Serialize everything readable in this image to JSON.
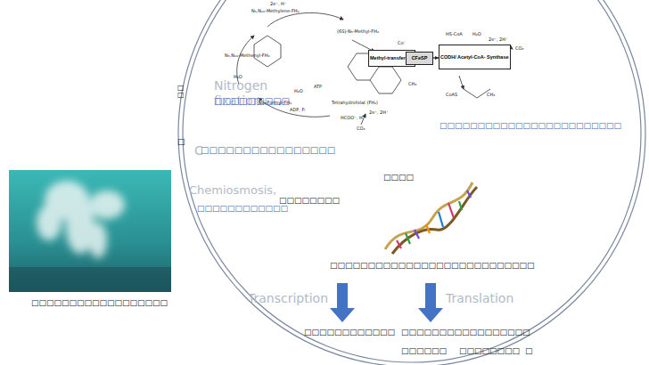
{
  "diagram": {
    "nodes": [
      {
        "text": [
          "Methyl-transferase"
        ]
      },
      {
        "text": [
          "CFeSP"
        ]
      },
      {
        "text": [
          "CODH/ Acetyl-CoA- Synthase"
        ]
      }
    ],
    "edges": [
      {
        "from": 0,
        "to": 1,
        "arrow": "to"
      },
      {
        "from": 1,
        "to": 2,
        "arrow": "to"
      }
    ],
    "labels": [
      "□",
      "□",
      "Nitrogen",
      "fixation",
      "□□□□□□□□□",
      "□",
      "C",
      "□□□□□□□□□□□□□□□□",
      "Chemiosmosis,",
      "□□□□□□□□□□□□",
      "□□□□□□□□",
      "□□□□",
      "□□□□□□□□□□□□□□□□□□□□□□□□",
      "□□□□□□□□□□□□□□□□□□□□□□□□□□□",
      "Transcription",
      "Translation",
      "□□□□□□□□□□□□",
      "□□□□□□□□□□□□□□□□□",
      "□□□□□□",
      "□□□□□□□□",
      "□",
      "□□□□□□□□□□□□□□□□□□",
      "2e⁻, H⁺",
      "N₅,N₁₀-Methylene-FH₄",
      "(6S)-N₅-Methyl-FH₄",
      "N₅,N₁₀-Methenyl-FH₄",
      "H₂O",
      "N₁₀-Formyl-FH₄",
      "H₂O",
      "ADP, Pᵢ",
      "ATP",
      "Tetrahydrofolat (FH₄)",
      "HCOO⁻, H⁺",
      "2e⁻, 2H⁺",
      "CO₂",
      "Co⁺",
      "CH₃",
      "HS-CoA",
      "H₂O",
      "2e⁻, 2H⁺",
      "CO₂",
      "CoAS",
      "CH₃"
    ]
  }
}
